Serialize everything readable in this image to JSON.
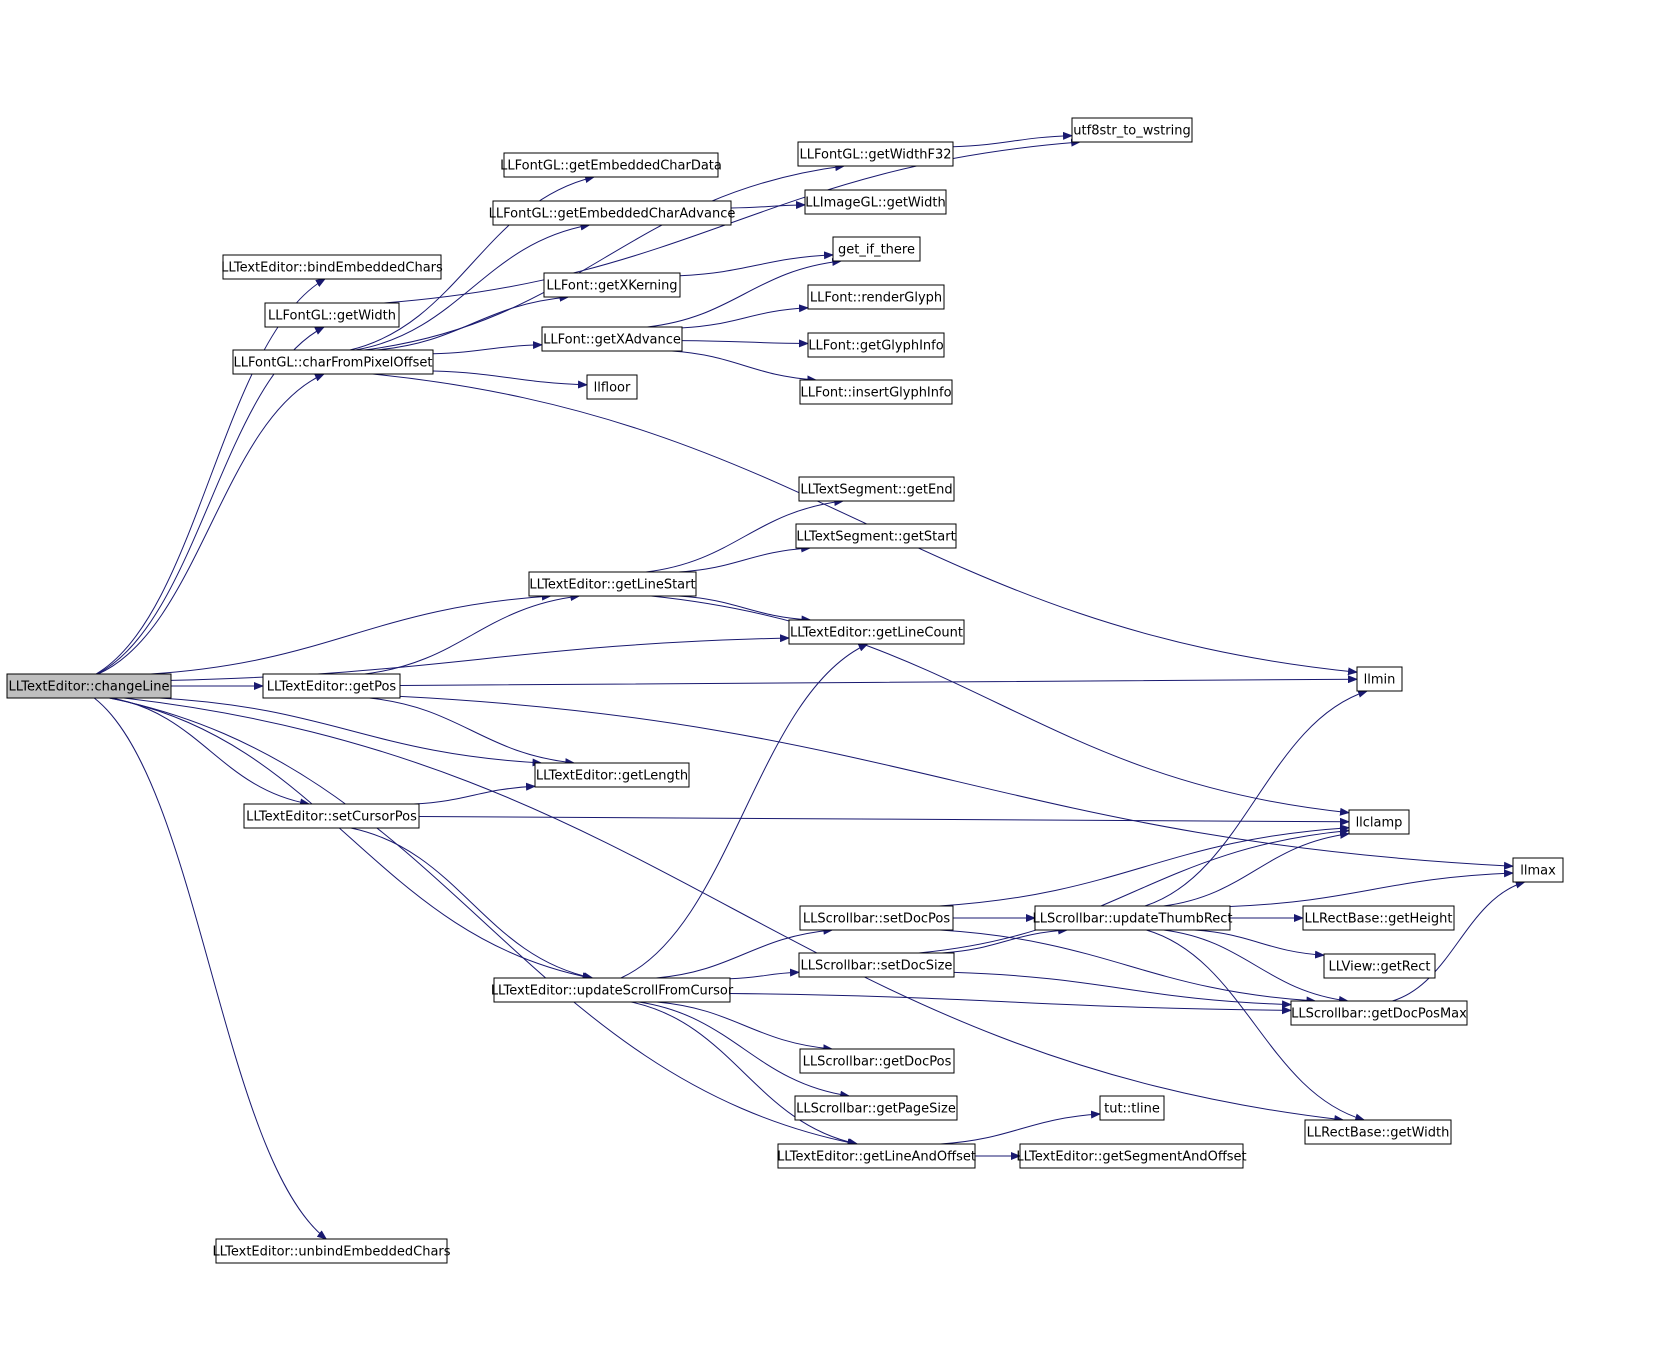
{
  "graph": {
    "colors": {
      "edge": "#191970",
      "node_border": "#000000",
      "node_fill": "#ffffff",
      "root_fill": "#bfbfbf"
    },
    "nodes": {
      "changeLine": "LLTextEditor::changeLine",
      "bindEmbeddedChars": "LLTextEditor::bindEmbeddedChars",
      "fontGetWidth": "LLFontGL::getWidth",
      "charFromPixelOffset": "LLFontGL::charFromPixelOffset",
      "getEmbeddedCharData": "LLFontGL::getEmbeddedCharData",
      "getEmbeddedCharAdvance": "LLFontGL::getEmbeddedCharAdvance",
      "getWidthF32": "LLFontGL::getWidthF32",
      "utf8str": "utf8str_to_wstring",
      "imageGetWidth": "LLImageGL::getWidth",
      "getIfThere": "get_if_there",
      "getXKerning": "LLFont::getXKerning",
      "renderGlyph": "LLFont::renderGlyph",
      "getXAdvance": "LLFont::getXAdvance",
      "getGlyphInfo": "LLFont::getGlyphInfo",
      "insertGlyphInfo": "LLFont::insertGlyphInfo",
      "llfloor": "llfloor",
      "segGetEnd": "LLTextSegment::getEnd",
      "segGetStart": "LLTextSegment::getStart",
      "getLineStart": "LLTextEditor::getLineStart",
      "getLineCount": "LLTextEditor::getLineCount",
      "getPos": "LLTextEditor::getPos",
      "llmin": "llmin",
      "getLength": "LLTextEditor::getLength",
      "setCursorPos": "LLTextEditor::setCursorPos",
      "llclamp": "llclamp",
      "llmax": "llmax",
      "setDocPos": "LLScrollbar::setDocPos",
      "updateThumbRect": "LLScrollbar::updateThumbRect",
      "rectGetHeight": "LLRectBase::getHeight",
      "setDocSize": "LLScrollbar::setDocSize",
      "viewGetRect": "LLView::getRect",
      "updateScrollFromCursor": "LLTextEditor::updateScrollFromCursor",
      "getDocPosMax": "LLScrollbar::getDocPosMax",
      "getDocPos": "LLScrollbar::getDocPos",
      "getPageSize": "LLScrollbar::getPageSize",
      "tline": "tut::tline",
      "rectGetWidth": "LLRectBase::getWidth",
      "getLineAndOffset": "LLTextEditor::getLineAndOffset",
      "getSegmentAndOffset": "LLTextEditor::getSegmentAndOffset",
      "unbindEmbeddedChars": "LLTextEditor::unbindEmbeddedChars"
    },
    "edges": [
      [
        "changeLine",
        "bindEmbeddedChars"
      ],
      [
        "changeLine",
        "fontGetWidth"
      ],
      [
        "changeLine",
        "charFromPixelOffset"
      ],
      [
        "changeLine",
        "getLineStart"
      ],
      [
        "changeLine",
        "getLineCount"
      ],
      [
        "changeLine",
        "getPos"
      ],
      [
        "changeLine",
        "getLength"
      ],
      [
        "changeLine",
        "setCursorPos"
      ],
      [
        "changeLine",
        "updateScrollFromCursor"
      ],
      [
        "changeLine",
        "getLineAndOffset"
      ],
      [
        "changeLine",
        "rectGetWidth"
      ],
      [
        "changeLine",
        "unbindEmbeddedChars"
      ],
      [
        "fontGetWidth",
        "utf8str"
      ],
      [
        "charFromPixelOffset",
        "getEmbeddedCharData"
      ],
      [
        "charFromPixelOffset",
        "getEmbeddedCharAdvance"
      ],
      [
        "charFromPixelOffset",
        "getWidthF32"
      ],
      [
        "charFromPixelOffset",
        "getXKerning"
      ],
      [
        "charFromPixelOffset",
        "getXAdvance"
      ],
      [
        "charFromPixelOffset",
        "llfloor"
      ],
      [
        "charFromPixelOffset",
        "llmin"
      ],
      [
        "getEmbeddedCharAdvance",
        "imageGetWidth"
      ],
      [
        "getWidthF32",
        "utf8str"
      ],
      [
        "getXKerning",
        "getIfThere"
      ],
      [
        "getXAdvance",
        "getIfThere"
      ],
      [
        "getXAdvance",
        "renderGlyph"
      ],
      [
        "getXAdvance",
        "getGlyphInfo"
      ],
      [
        "getXAdvance",
        "insertGlyphInfo"
      ],
      [
        "getLineStart",
        "segGetEnd"
      ],
      [
        "getLineStart",
        "segGetStart"
      ],
      [
        "getLineStart",
        "getLineCount"
      ],
      [
        "getLineStart",
        "llclamp"
      ],
      [
        "getPos",
        "getLineStart"
      ],
      [
        "getPos",
        "llmin"
      ],
      [
        "getPos",
        "getLength"
      ],
      [
        "getPos",
        "llmax"
      ],
      [
        "setCursorPos",
        "getLength"
      ],
      [
        "setCursorPos",
        "llclamp"
      ],
      [
        "setCursorPos",
        "updateScrollFromCursor"
      ],
      [
        "updateScrollFromCursor",
        "getLineCount"
      ],
      [
        "updateScrollFromCursor",
        "setDocPos"
      ],
      [
        "updateScrollFromCursor",
        "setDocSize"
      ],
      [
        "updateScrollFromCursor",
        "getDocPosMax"
      ],
      [
        "updateScrollFromCursor",
        "getDocPos"
      ],
      [
        "updateScrollFromCursor",
        "getPageSize"
      ],
      [
        "updateScrollFromCursor",
        "getLineAndOffset"
      ],
      [
        "setDocPos",
        "llclamp"
      ],
      [
        "setDocPos",
        "updateThumbRect"
      ],
      [
        "setDocPos",
        "getDocPosMax"
      ],
      [
        "setDocSize",
        "llclamp"
      ],
      [
        "setDocSize",
        "updateThumbRect"
      ],
      [
        "setDocSize",
        "getDocPosMax"
      ],
      [
        "updateThumbRect",
        "llmin"
      ],
      [
        "updateThumbRect",
        "llclamp"
      ],
      [
        "updateThumbRect",
        "llmax"
      ],
      [
        "updateThumbRect",
        "rectGetHeight"
      ],
      [
        "updateThumbRect",
        "viewGetRect"
      ],
      [
        "updateThumbRect",
        "getDocPosMax"
      ],
      [
        "updateThumbRect",
        "rectGetWidth"
      ],
      [
        "getDocPosMax",
        "llmax"
      ],
      [
        "getLineAndOffset",
        "tline"
      ],
      [
        "getLineAndOffset",
        "getSegmentAndOffset"
      ]
    ]
  }
}
